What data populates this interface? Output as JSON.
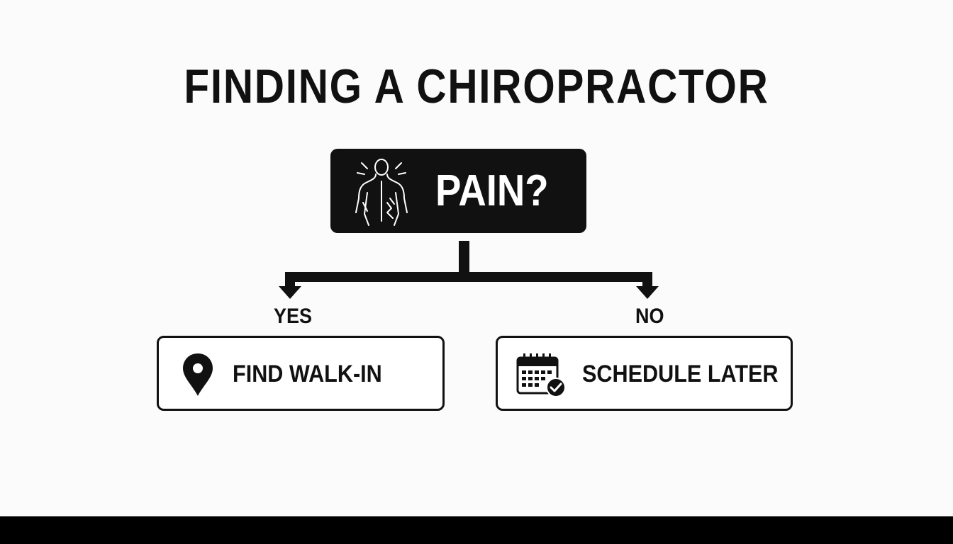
{
  "diagram": {
    "title": "FINDING A CHIROPRACTOR",
    "question": {
      "label": "PAIN?",
      "icon": "back-pain-icon"
    },
    "branches": {
      "yes": {
        "label": "YES",
        "option_label": "FIND WALK-IN",
        "icon": "location-pin-icon"
      },
      "no": {
        "label": "NO",
        "option_label": "SCHEDULE LATER",
        "icon": "calendar-check-icon"
      }
    }
  },
  "colors": {
    "ink": "#111111",
    "background": "#fbfbfb",
    "box_fill": "#ffffff",
    "question_text": "#ffffff"
  }
}
